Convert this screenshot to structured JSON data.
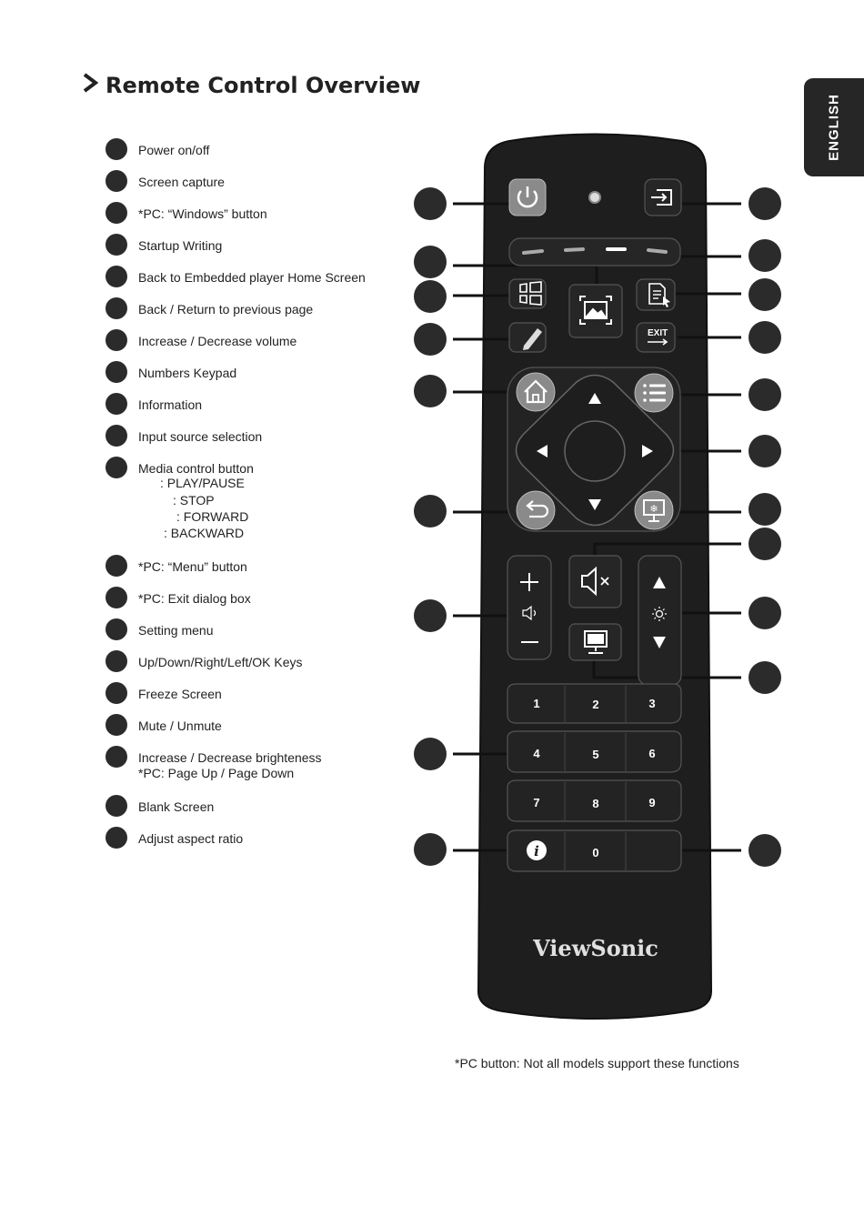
{
  "page": {
    "title": "Remote Control Overview",
    "language_tab": "ENGLISH",
    "footnote": "*PC button: Not all models support these functions"
  },
  "legend": [
    "Power on/off",
    "Screen capture",
    "*PC: “Windows” button",
    "Startup Writing",
    "Back to Embedded player Home Screen",
    "Back / Return to previous page",
    "Increase / Decrease volume",
    "Numbers Keypad",
    "Information",
    "Input source selection",
    "Media control button",
    "*PC: “Menu” button",
    "*PC: Exit dialog box",
    "Setting menu",
    "Up/Down/Right/Left/OK Keys",
    "Freeze Screen",
    "Mute / Unmute",
    "Increase / Decrease brighteness",
    "Blank Screen",
    "Adjust aspect ratio"
  ],
  "media_sub": [
    ": PLAY/PAUSE",
    ": STOP",
    ": FORWARD",
    ": BACKWARD"
  ],
  "brightness_sub": "*PC: Page Up / Page Down",
  "remote": {
    "brand": "ViewSonic",
    "exit_label": "EXIT",
    "keypad": [
      "1",
      "2",
      "3",
      "4",
      "5",
      "6",
      "7",
      "8",
      "9",
      "0"
    ],
    "info_glyph": "i"
  }
}
